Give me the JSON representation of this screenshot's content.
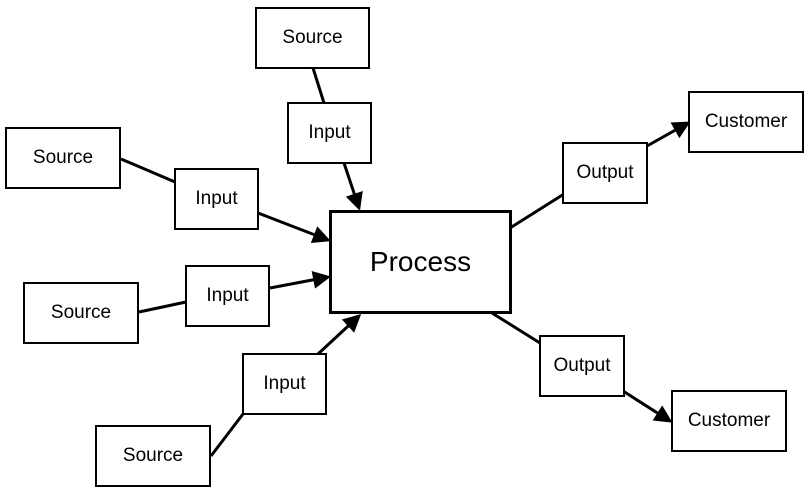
{
  "diagram": {
    "sources": [
      "Source",
      "Source",
      "Source",
      "Source"
    ],
    "inputs": [
      "Input",
      "Input",
      "Input",
      "Input"
    ],
    "process": "Process",
    "outputs": [
      "Output",
      "Output"
    ],
    "customers": [
      "Customer",
      "Customer"
    ]
  }
}
